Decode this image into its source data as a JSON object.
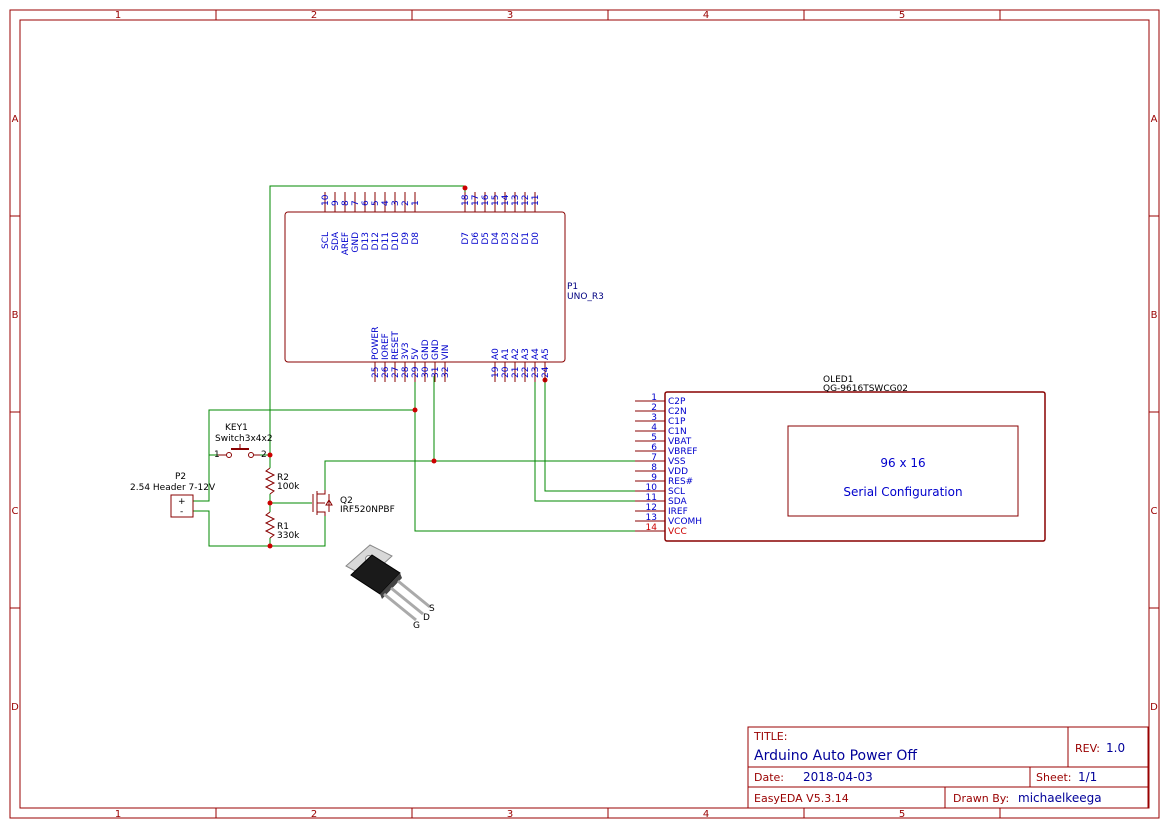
{
  "frame": {
    "columns": [
      "1",
      "2",
      "3",
      "4",
      "5"
    ],
    "rows": [
      "A",
      "B",
      "C",
      "D"
    ]
  },
  "uno": {
    "ref": "P1",
    "value": "UNO_R3",
    "top_pins": [
      {
        "name": "SCL",
        "num": "10"
      },
      {
        "name": "SDA",
        "num": "9"
      },
      {
        "name": "AREF",
        "num": "8"
      },
      {
        "name": "GND",
        "num": "7"
      },
      {
        "name": "D13",
        "num": "6"
      },
      {
        "name": "D12",
        "num": "5"
      },
      {
        "name": "D11",
        "num": "4"
      },
      {
        "name": "D10",
        "num": "3"
      },
      {
        "name": "D9",
        "num": "2"
      },
      {
        "name": "D8",
        "num": "1"
      },
      {
        "name": "D7",
        "num": "18"
      },
      {
        "name": "D6",
        "num": "17"
      },
      {
        "name": "D5",
        "num": "16"
      },
      {
        "name": "D4",
        "num": "15"
      },
      {
        "name": "D3",
        "num": "14"
      },
      {
        "name": "D2",
        "num": "13"
      },
      {
        "name": "D1",
        "num": "12"
      },
      {
        "name": "D0",
        "num": "11"
      }
    ],
    "bottom_pins": [
      {
        "name": "POWER",
        "num": "25"
      },
      {
        "name": "IOREF",
        "num": "26"
      },
      {
        "name": "RESET",
        "num": "27"
      },
      {
        "name": "3V3",
        "num": "28"
      },
      {
        "name": "5V",
        "num": "29"
      },
      {
        "name": "GND",
        "num": "30"
      },
      {
        "name": "GND",
        "num": "31"
      },
      {
        "name": "VIN",
        "num": "32"
      },
      {
        "name": "A0",
        "num": "19"
      },
      {
        "name": "A1",
        "num": "20"
      },
      {
        "name": "A2",
        "num": "21"
      },
      {
        "name": "A3",
        "num": "22"
      },
      {
        "name": "A4",
        "num": "23"
      },
      {
        "name": "A5",
        "num": "24"
      }
    ]
  },
  "oled": {
    "ref": "OLED1",
    "value": "QG-9616TSWCG02",
    "display_size": "96 x 16",
    "display_mode": "Serial Configuration",
    "pins": [
      {
        "num": "1",
        "name": "C2P"
      },
      {
        "num": "2",
        "name": "C2N"
      },
      {
        "num": "3",
        "name": "C1P"
      },
      {
        "num": "4",
        "name": "C1N"
      },
      {
        "num": "5",
        "name": "VBAT"
      },
      {
        "num": "6",
        "name": "VBREF"
      },
      {
        "num": "7",
        "name": "VSS"
      },
      {
        "num": "8",
        "name": "VDD"
      },
      {
        "num": "9",
        "name": "RES#"
      },
      {
        "num": "10",
        "name": "SCL"
      },
      {
        "num": "11",
        "name": "SDA"
      },
      {
        "num": "12",
        "name": "IREF"
      },
      {
        "num": "13",
        "name": "VCOMH"
      },
      {
        "num": "14",
        "name": "VCC"
      }
    ]
  },
  "key1": {
    "ref": "KEY1",
    "value": "Switch3x4x2",
    "pin1": "1",
    "pin2": "2"
  },
  "r2": {
    "ref": "R2",
    "value": "100k"
  },
  "r1": {
    "ref": "R1",
    "value": "330k"
  },
  "q2": {
    "ref": "Q2",
    "value": "IRF520NPBF"
  },
  "p2": {
    "ref": "P2",
    "value": "2.54 Header 7-12V",
    "plus": "+",
    "minus": "-"
  },
  "transistor_pins": {
    "g": "G",
    "d": "D",
    "s": "S"
  },
  "title_block": {
    "title_label": "TITLE:",
    "title": "Arduino Auto Power Off",
    "rev_label": "REV:",
    "rev": "1.0",
    "date_label": "Date:",
    "date": "2018-04-03",
    "sheet_label": "Sheet:",
    "sheet": "1/1",
    "tool": "EasyEDA V5.3.14",
    "drawn_label": "Drawn By:",
    "drawn_by": "michaelkeega"
  },
  "colors": {
    "frame": "#990000",
    "wire": "#008800",
    "part": "#880000",
    "pin_text": "#0000cc",
    "junction": "#cc0000"
  }
}
